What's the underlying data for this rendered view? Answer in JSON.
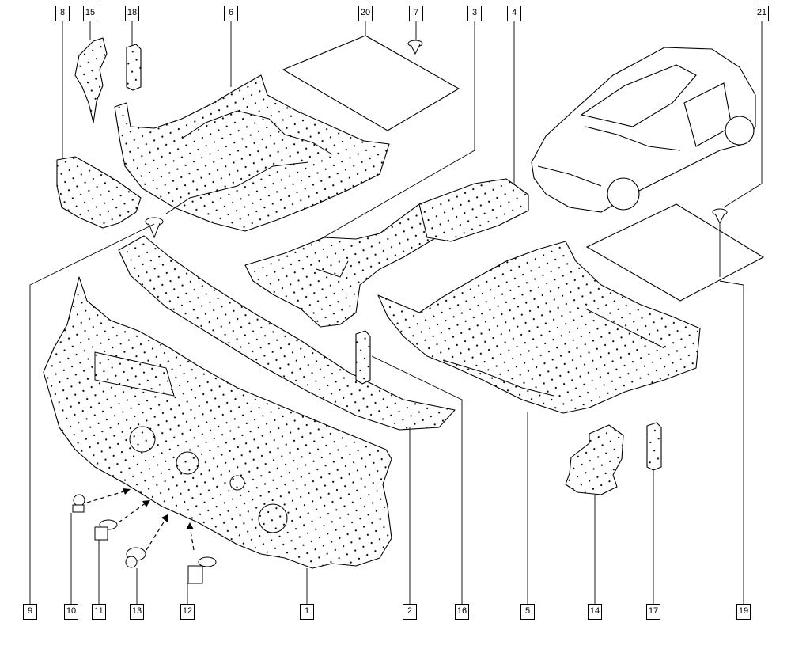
{
  "callouts": {
    "c1": "1",
    "c2": "2",
    "c3": "3",
    "c4": "4",
    "c5": "5",
    "c6": "6",
    "c7": "7",
    "c8": "8",
    "c9": "9",
    "c10": "10",
    "c11": "11",
    "c12": "12",
    "c13": "13",
    "c14": "14",
    "c15": "15",
    "c16": "16",
    "c17": "17",
    "c18": "18",
    "c19": "19",
    "c20": "20",
    "c21": "21"
  },
  "colors": {
    "line": "#000000",
    "background": "#ffffff",
    "dots": "#000000"
  }
}
